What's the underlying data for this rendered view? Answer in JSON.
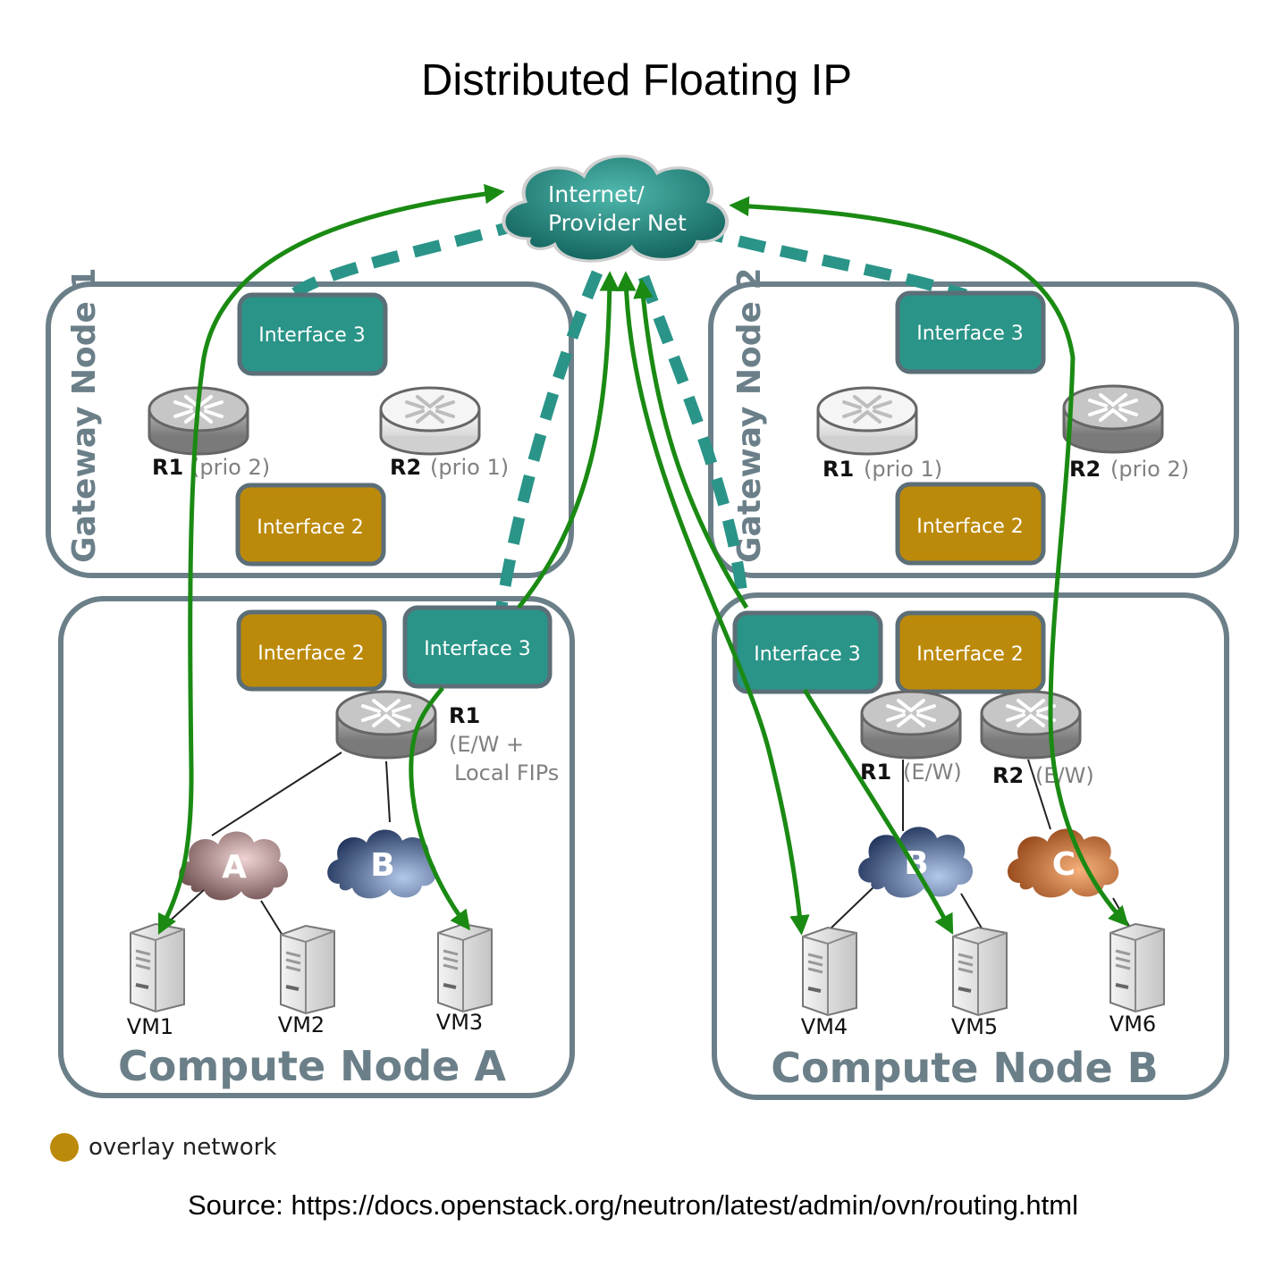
{
  "title": "Distributed Floating IP",
  "internet": {
    "line1": "Internet/",
    "line2": "Provider Net"
  },
  "gateway1": {
    "title": "Gateway Node 1",
    "interface3": "Interface 3",
    "interface2": "Interface 2",
    "r1_name": "R1",
    "r1_prio": "(prio 2)",
    "r2_name": "R2",
    "r2_prio": "(prio 1)"
  },
  "gateway2": {
    "title": "Gateway Node 2",
    "interface3": "Interface 3",
    "interface2": "Interface 2",
    "r1_name": "R1",
    "r1_prio": "(prio 1)",
    "r2_name": "R2",
    "r2_prio": "(prio 2)"
  },
  "computeA": {
    "title": "Compute Node A",
    "interface2": "Interface 2",
    "interface3": "Interface 3",
    "r1_name": "R1",
    "r1_desc1": "(E/W +",
    "r1_desc2": "Local FIPs",
    "net_a": "A",
    "net_b": "B",
    "vms": [
      "VM1",
      "VM2",
      "VM3"
    ]
  },
  "computeB": {
    "title": "Compute Node B",
    "interface3": "Interface 3",
    "interface2": "Interface 2",
    "r1_name": "R1",
    "r1_desc": "(E/W)",
    "r2_name": "R2",
    "r2_desc": "(E/W)",
    "net_b": "B",
    "net_c": "C",
    "vms": [
      "VM4",
      "VM5",
      "VM6"
    ]
  },
  "legend": {
    "label": "overlay network"
  },
  "source": "Source: https://docs.openstack.org/neutron/latest/admin/ovn/routing.html",
  "colors": {
    "teal": "#2a9488",
    "gold": "#bc8a0a",
    "flow_green": "#1a8a13",
    "node_border": "#6b7f89"
  },
  "icons": [
    "router-icon",
    "server-icon",
    "cloud-icon"
  ]
}
